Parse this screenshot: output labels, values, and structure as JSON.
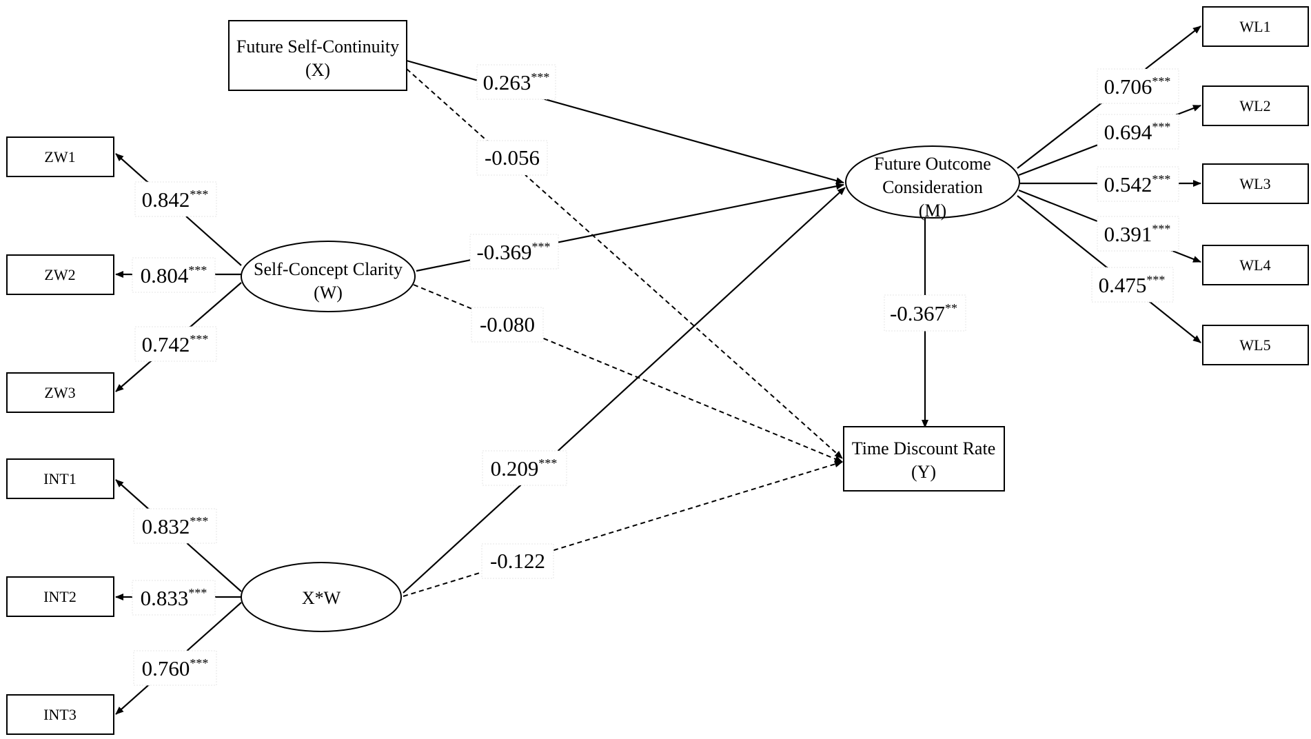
{
  "nodes": {
    "x": {
      "lines": [
        "Future Self-Continuity",
        "(X)"
      ]
    },
    "w": {
      "lines": [
        "Self-Concept Clarity",
        "(W)"
      ]
    },
    "xw": {
      "lines": [
        "X*W"
      ]
    },
    "m": {
      "lines": [
        "Future Outcome",
        "Consideration",
        "(M)"
      ]
    },
    "y": {
      "lines": [
        "Time Discount Rate",
        "(Y)"
      ]
    }
  },
  "indicators": {
    "zw1": "ZW1",
    "zw2": "ZW2",
    "zw3": "ZW3",
    "int1": "INT1",
    "int2": "INT2",
    "int3": "INT3",
    "wl1": "WL1",
    "wl2": "WL2",
    "wl3": "WL3",
    "wl4": "WL4",
    "wl5": "WL5"
  },
  "paths": {
    "x_m": {
      "coef": "0.263",
      "sig": "***"
    },
    "x_y": {
      "coef": "-0.056",
      "sig": ""
    },
    "w_m": {
      "coef": "-0.369",
      "sig": "***"
    },
    "w_y": {
      "coef": "-0.080",
      "sig": ""
    },
    "xw_m": {
      "coef": "0.209",
      "sig": "***"
    },
    "xw_y": {
      "coef": "-0.122",
      "sig": ""
    },
    "m_y": {
      "coef": "-0.367",
      "sig": "**"
    }
  },
  "loadings": {
    "zw1": {
      "coef": "0.842",
      "sig": "***"
    },
    "zw2": {
      "coef": "0.804",
      "sig": "***"
    },
    "zw3": {
      "coef": "0.742",
      "sig": "***"
    },
    "int1": {
      "coef": "0.832",
      "sig": "***"
    },
    "int2": {
      "coef": "0.833",
      "sig": "***"
    },
    "int3": {
      "coef": "0.760",
      "sig": "***"
    },
    "wl1": {
      "coef": "0.706",
      "sig": "***"
    },
    "wl2": {
      "coef": "0.694",
      "sig": "***"
    },
    "wl3": {
      "coef": "0.542",
      "sig": "***"
    },
    "wl4": {
      "coef": "0.391",
      "sig": "***"
    },
    "wl5": {
      "coef": "0.475",
      "sig": "***"
    }
  },
  "colors": {
    "line": "#000000",
    "background": "#ffffff"
  }
}
